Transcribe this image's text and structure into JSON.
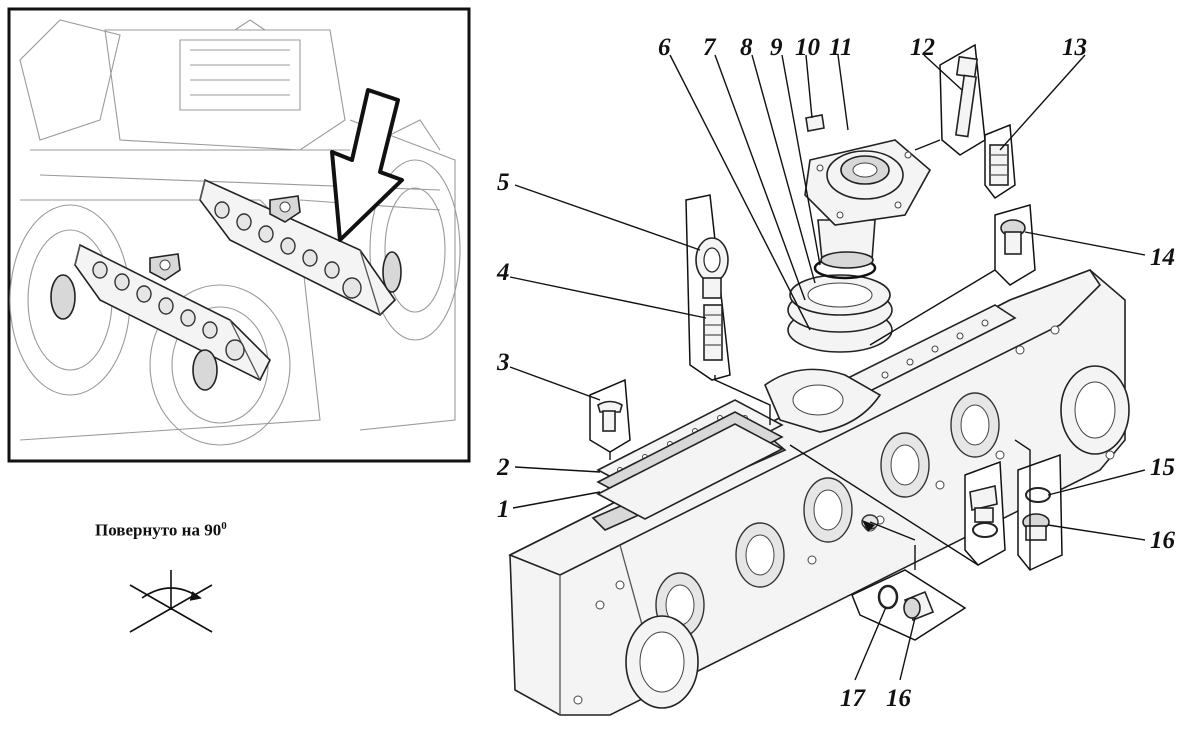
{
  "rotation_note": {
    "text": "Повернуто на 90",
    "degree_mark": "0"
  },
  "part_numbers": {
    "p1": "1",
    "p2": "2",
    "p3": "3",
    "p4": "4",
    "p5": "5",
    "p6": "6",
    "p7": "7",
    "p8": "8",
    "p9": "9",
    "p10": "10",
    "p11": "11",
    "p12": "12",
    "p13": "13",
    "p14": "14",
    "p15": "15",
    "p16a": "16",
    "p16b": "16",
    "p17": "17"
  },
  "icons": {
    "rotation": "rotation-symbol-icon",
    "locator_arrow": "locator-arrow-icon"
  },
  "colors": {
    "line": "#111111",
    "housing_fill": "#f4f4f4",
    "background": "#ffffff"
  }
}
